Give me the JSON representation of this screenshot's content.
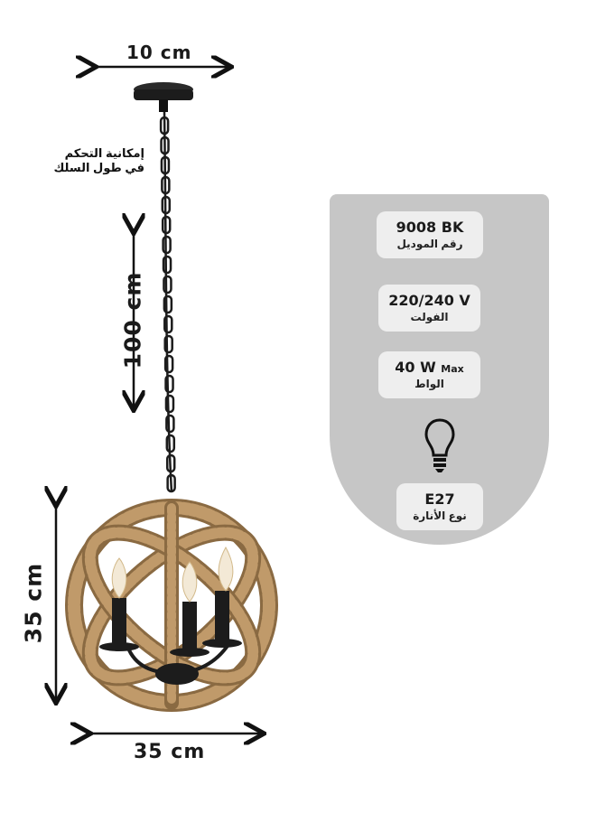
{
  "dimensions": {
    "top_width": "10 cm",
    "chain_length": "100 cm",
    "height": "35 cm",
    "bottom_width": "35 cm"
  },
  "note": {
    "line1": "إمكانية التحكم",
    "line2": "في طول السلك"
  },
  "specs": {
    "model": {
      "value": "9008 BK",
      "label": "رقم الموديل"
    },
    "voltage": {
      "value": "220/240 V",
      "label": "الفولت"
    },
    "wattage": {
      "value": "40 W",
      "suffix": "Max",
      "label": "الواط"
    },
    "bulb_type": {
      "value": "E27",
      "label": "نوع الأنارة"
    }
  },
  "colors": {
    "panel": "#c6c6c6",
    "pill": "#eeeeee",
    "rope": "#b08a5a",
    "metal": "#1c1c1c"
  },
  "icons": [
    "bulb-icon",
    "arrow-icon"
  ]
}
